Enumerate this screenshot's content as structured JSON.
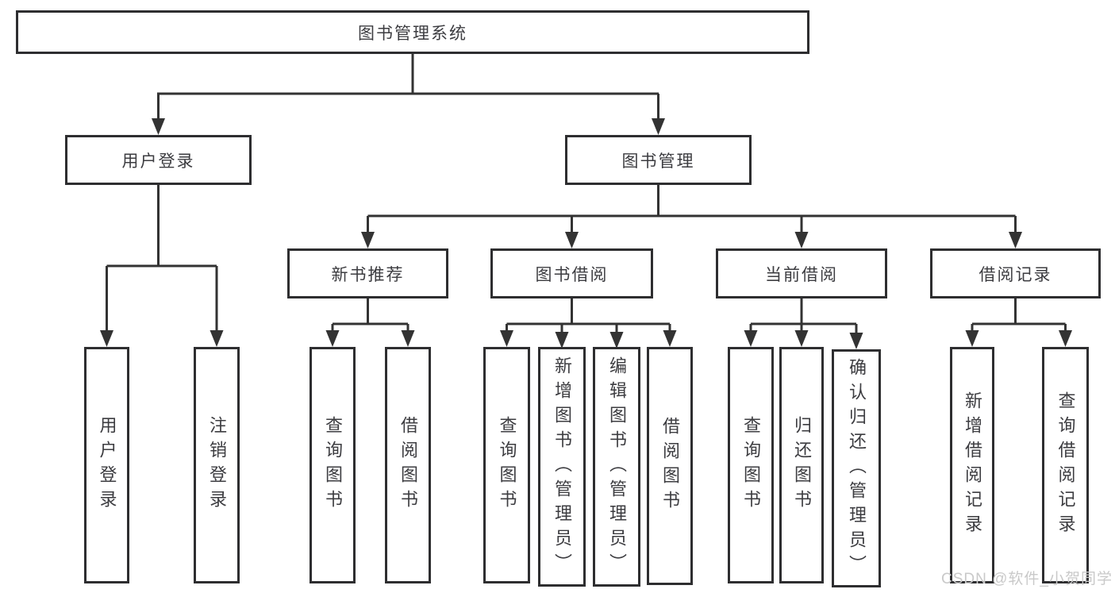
{
  "nodes": {
    "root": "图书管理系统",
    "user_login": "用户登录",
    "book_management": "图书管理",
    "new_book_recommend": "新书推荐",
    "book_borrow": "图书借阅",
    "current_borrow": "当前借阅",
    "borrow_record": "借阅记录",
    "leaf_user_login": "用户登录",
    "leaf_logout": "注销登录",
    "recommend_query_book": "查询图书",
    "recommend_borrow_book": "借阅图书",
    "borrow_query_book": "查询图书",
    "borrow_add_book": "新增图书（管理员）",
    "borrow_edit_book": "编辑图书（管理员）",
    "borrow_borrow_book": "借阅图书",
    "current_query_book": "查询图书",
    "current_return_book": "归还图书",
    "current_confirm_return": "确认归还（管理员）",
    "record_add": "新增借阅记录",
    "record_query": "查询借阅记录"
  },
  "watermark": "CSDN @软件_小贺同学",
  "colors": {
    "line": "#333333",
    "border": "#2e2e30",
    "text": "#3c3c40",
    "watermark": "#c9c9c9"
  }
}
